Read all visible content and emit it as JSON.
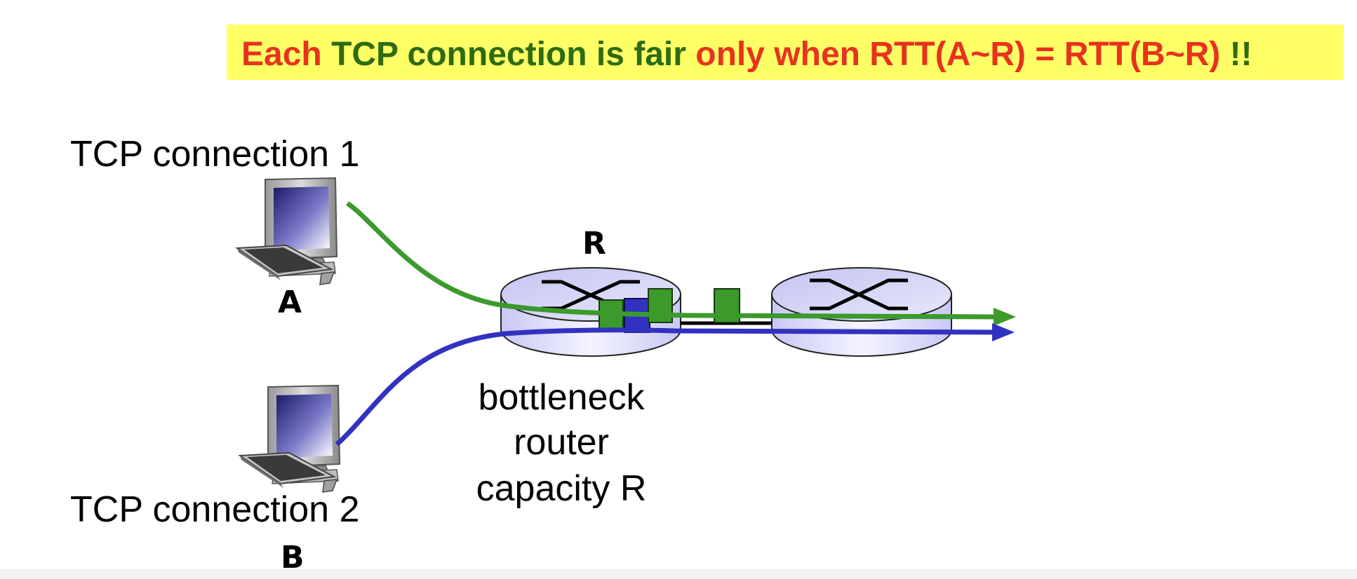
{
  "banner": {
    "part1": "Each TCP connection is fair ",
    "part2": "only when RTT(A~R) = RTT(B~R)",
    "part3": " !!",
    "colors": {
      "background": "#ffff66",
      "green": "#2e6b12",
      "red": "#e8321e"
    }
  },
  "connection1": {
    "label": "TCP connection 1",
    "host": "A",
    "color": "#3c9a2c"
  },
  "connection2": {
    "label": "TCP connection 2",
    "host": "B",
    "color": "#3232c0"
  },
  "bottleneck_router": {
    "name": "R",
    "caption": [
      "bottleneck",
      "router",
      "capacity R"
    ]
  },
  "icons": {
    "host_a": "desktop-computer-icon",
    "host_b": "desktop-computer-icon",
    "router": "router-cylinder-icon"
  },
  "colors": {
    "router_fill": "#d8d8f8",
    "green_packet": "#3c9a2c",
    "blue_packet": "#3232c0"
  }
}
